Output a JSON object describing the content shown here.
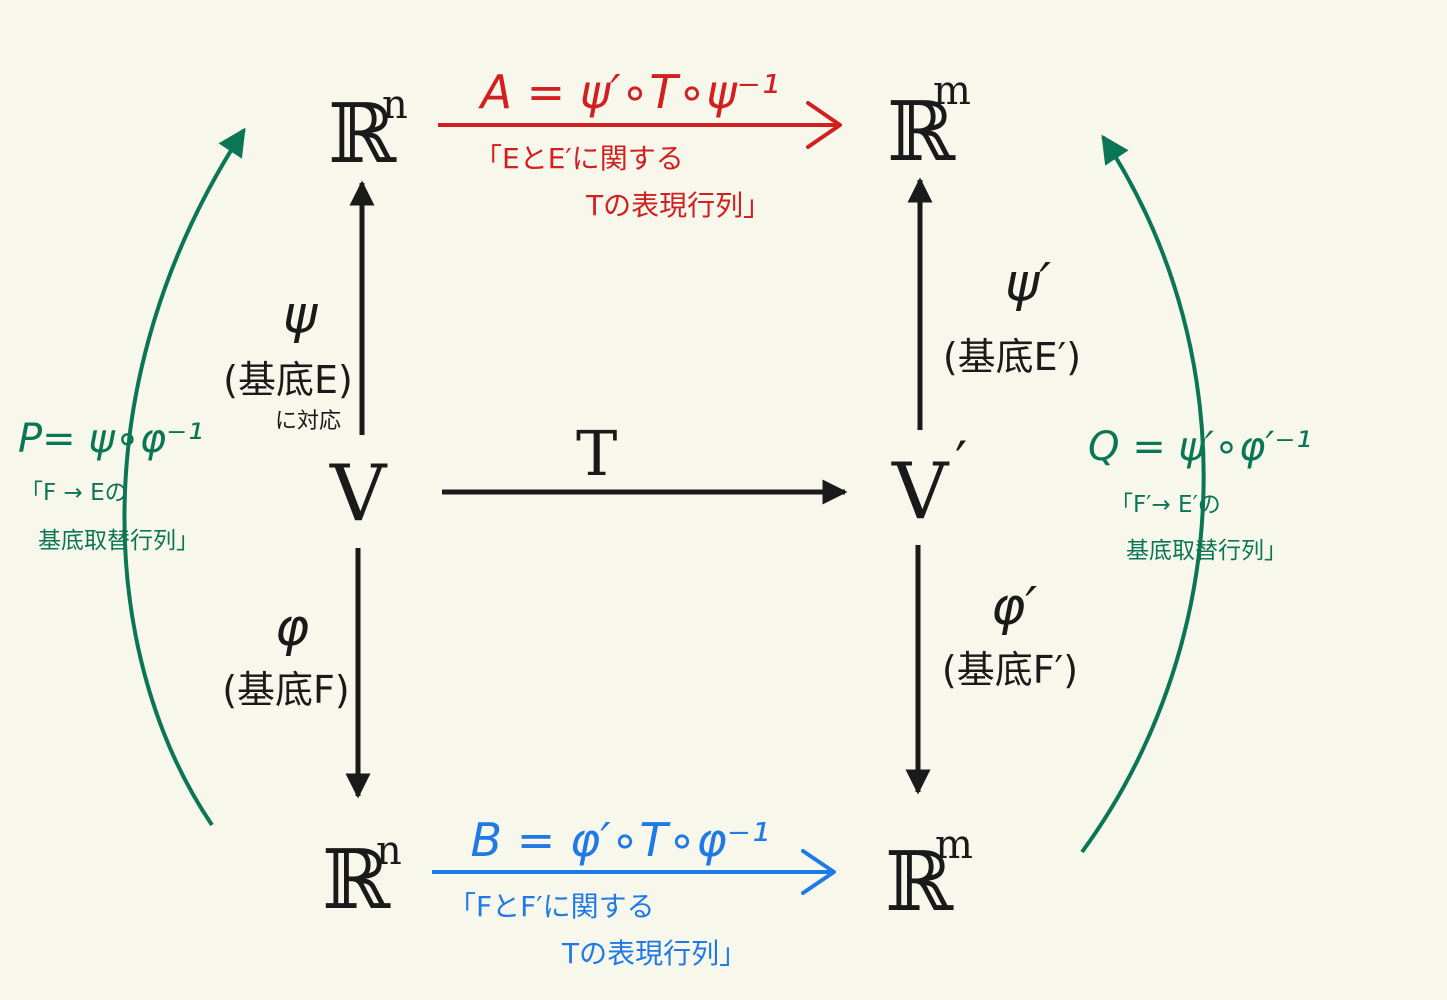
{
  "colors": {
    "ink": "#1a1a1a",
    "red": "#d21f1f",
    "blue": "#1f7ae6",
    "green": "#0b7655",
    "background": "#f8f7ec"
  },
  "nodes": {
    "rn_top": {
      "base": "ℝ",
      "sup": "n"
    },
    "rm_top": {
      "base": "ℝ",
      "sup": "m"
    },
    "v": {
      "text": "V"
    },
    "v_prime": {
      "text": "V",
      "prime": "′"
    },
    "rn_bottom": {
      "base": "ℝ",
      "sup": "n"
    },
    "rm_bottom": {
      "base": "ℝ",
      "sup": "m"
    }
  },
  "arrows": {
    "t": {
      "label": "T"
    },
    "psi": {
      "symbol": "ψ",
      "basis": "(基底E)",
      "note": "に対応"
    },
    "phi": {
      "symbol": "φ",
      "basis": "(基底F)"
    },
    "psi_prime": {
      "symbol": "ψ′",
      "basis": "(基底E′)"
    },
    "phi_prime": {
      "symbol": "φ′",
      "basis": "(基底F′)"
    },
    "a": {
      "formula": "A = ψ′∘T∘ψ⁻¹",
      "desc_line1": "「EとE′に関する",
      "desc_line2": "Tの表現行列」"
    },
    "b": {
      "formula": "B = φ′∘T∘φ⁻¹",
      "desc_line1": "「FとF′に関する",
      "desc_line2": "Tの表現行列」"
    },
    "p": {
      "formula": "P= ψ∘φ⁻¹",
      "desc_line1": "「F → Eの",
      "desc_line2": "基底取替行列」"
    },
    "q": {
      "formula": "Q = ψ′∘φ′⁻¹",
      "desc_line1": "「F′→ E′の",
      "desc_line2": "基底取替行列」"
    }
  }
}
